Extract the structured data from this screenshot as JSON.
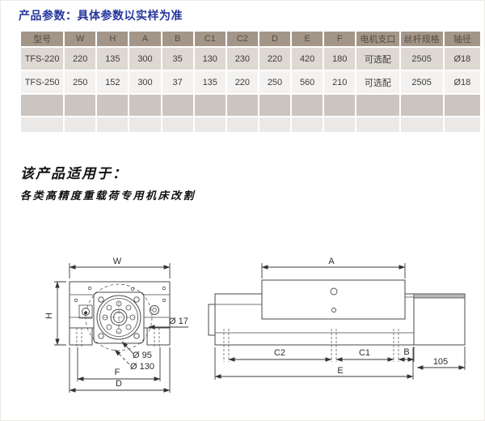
{
  "page": {
    "title": "产品参数：具体参数以实样为准"
  },
  "table": {
    "headers": [
      "型号",
      "W",
      "H",
      "A",
      "B",
      "C1",
      "C2",
      "D",
      "E",
      "F",
      "电机支口",
      "丝杆规格",
      "轴径"
    ],
    "rows": [
      [
        "TFS-220",
        "220",
        "135",
        "300",
        "35",
        "130",
        "230",
        "220",
        "420",
        "180",
        "可选配",
        "2505",
        "Ø18"
      ],
      [
        "TFS-250",
        "250",
        "152",
        "300",
        "37",
        "135",
        "220",
        "250",
        "560",
        "210",
        "可选配",
        "2505",
        "Ø18"
      ]
    ],
    "empty_row_count": 2
  },
  "suitability": {
    "heading": "该产品适用于：",
    "description": "各类高精度重载荷专用机床改割"
  },
  "drawing": {
    "end_view_labels": {
      "w": "W",
      "h": "H",
      "dia17": "Ø 17",
      "dia95": "Ø 95",
      "dia130": "Ø 130",
      "f": "F",
      "d": "D"
    },
    "side_view_labels": {
      "a": "A",
      "c2": "C2",
      "c1": "C1",
      "b": "B",
      "e": "E",
      "len105": "105"
    }
  },
  "colors": {
    "title-blue": "#26379c",
    "header-bg": "#a39689",
    "header-text": "#564c42",
    "row-odd-bg": "#ded8d2",
    "row-even-bg": "#f4f2f0",
    "empty-row-dark-bg": "#ccc5bf",
    "empty-row-light-bg": "#ebe9e7",
    "cell-text": "#3c3c3c",
    "drawing-line": "#4a4a4a",
    "motor-strip": "#b7b7b7"
  }
}
